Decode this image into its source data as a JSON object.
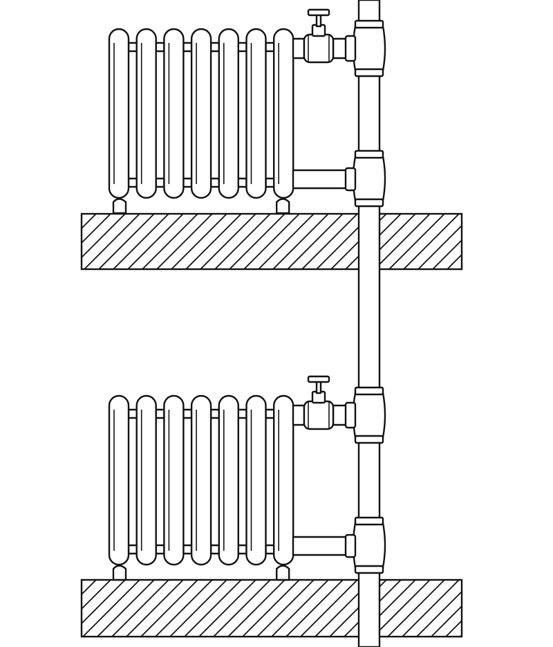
{
  "diagram": {
    "line_color": "#111111",
    "background_color": "#ffffff",
    "radiators": [
      {
        "id": "upper",
        "section_count": 7,
        "has_supply_valve": true
      },
      {
        "id": "lower",
        "section_count": 7,
        "has_supply_valve": true
      }
    ],
    "floor_slabs": [
      {
        "id": "upper",
        "fill": "diagonal-hatch"
      },
      {
        "id": "lower",
        "fill": "diagonal-hatch"
      }
    ],
    "riser": {
      "orientation": "vertical",
      "tee_fittings": 4
    }
  }
}
